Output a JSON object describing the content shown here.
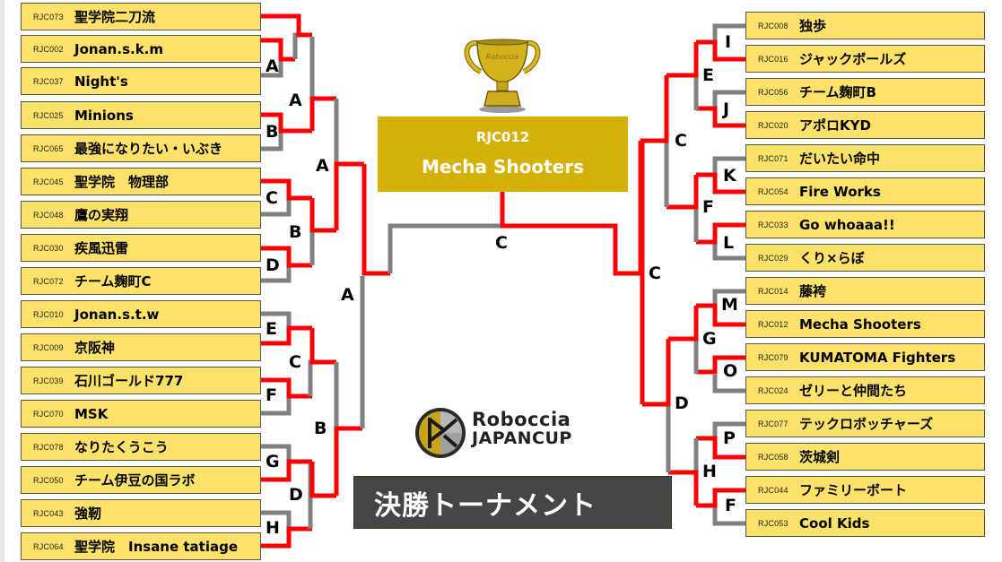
{
  "header": {
    "champion": {
      "code": "RJC012",
      "name": "Mecha Shooters"
    },
    "trophy_label": "Roboccia"
  },
  "logo": {
    "line1": "Roboccia",
    "line2": "JAPANCUP"
  },
  "title": "決勝トーナメント",
  "colors": {
    "team_box": "#fde26a",
    "winner_box": "#d4b106",
    "win_line": "#ff0000",
    "lose_line": "#808080",
    "banner": "#464646"
  },
  "left_teams": [
    {
      "code": "RJC073",
      "name": "聖学院二刀流"
    },
    {
      "code": "RJC002",
      "name": "Jonan.s.k.m"
    },
    {
      "code": "RJC037",
      "name": "Night's"
    },
    {
      "code": "RJC025",
      "name": "Minions"
    },
    {
      "code": "RJC065",
      "name": "最強になりたい・いぶき"
    },
    {
      "code": "RJC045",
      "name": "聖学院　物理部"
    },
    {
      "code": "RJC048",
      "name": "鷹の実翔"
    },
    {
      "code": "RJC030",
      "name": "疾風迅雷"
    },
    {
      "code": "RJC072",
      "name": "チーム麹町C"
    },
    {
      "code": "RJC010",
      "name": "Jonan.s.t.w"
    },
    {
      "code": "RJC009",
      "name": "京阪神"
    },
    {
      "code": "RJC039",
      "name": "石川ゴールド777"
    },
    {
      "code": "RJC070",
      "name": "MSK"
    },
    {
      "code": "RJC078",
      "name": "なりたくうこう"
    },
    {
      "code": "RJC050",
      "name": "チーム伊豆の国ラボ"
    },
    {
      "code": "RJC043",
      "name": "強靭"
    },
    {
      "code": "RJC064",
      "name": "聖学院　Insane tatiage"
    }
  ],
  "right_teams": [
    {
      "code": "RJC008",
      "name": "独歩"
    },
    {
      "code": "RJC016",
      "name": "ジャックボールズ"
    },
    {
      "code": "RJC056",
      "name": "チーム麹町B"
    },
    {
      "code": "RJC020",
      "name": "アポロKYD"
    },
    {
      "code": "RJC071",
      "name": "だいたい命中"
    },
    {
      "code": "RJC054",
      "name": "Fire Works"
    },
    {
      "code": "RJC033",
      "name": "Go whoaaa!!"
    },
    {
      "code": "RJC029",
      "name": "くり×らぼ"
    },
    {
      "code": "RJC014",
      "name": "藤袴"
    },
    {
      "code": "RJC012",
      "name": "Mecha Shooters"
    },
    {
      "code": "RJC079",
      "name": "KUMATOMA Fighters"
    },
    {
      "code": "RJC024",
      "name": "ゼリーと仲間たち"
    },
    {
      "code": "RJC077",
      "name": "テックロボッチャーズ"
    },
    {
      "code": "RJC058",
      "name": "茨城剣"
    },
    {
      "code": "RJC044",
      "name": "ファミリーボート"
    },
    {
      "code": "RJC053",
      "name": "Cool Kids"
    }
  ],
  "match_labels": {
    "left_r1": [
      "A",
      "B",
      "C",
      "D",
      "E",
      "F",
      "G",
      "H"
    ],
    "left_r2": [
      "A",
      "B",
      "C",
      "D"
    ],
    "left_r3": [
      "A",
      "B"
    ],
    "left_r4": "A",
    "right_r1": [
      "I",
      "J",
      "K",
      "L",
      "M",
      "O",
      "P",
      "F"
    ],
    "right_r2": [
      "E",
      "F",
      "G",
      "H"
    ],
    "right_r3": [
      "C",
      "D"
    ],
    "right_r4": "C",
    "final": "C"
  }
}
